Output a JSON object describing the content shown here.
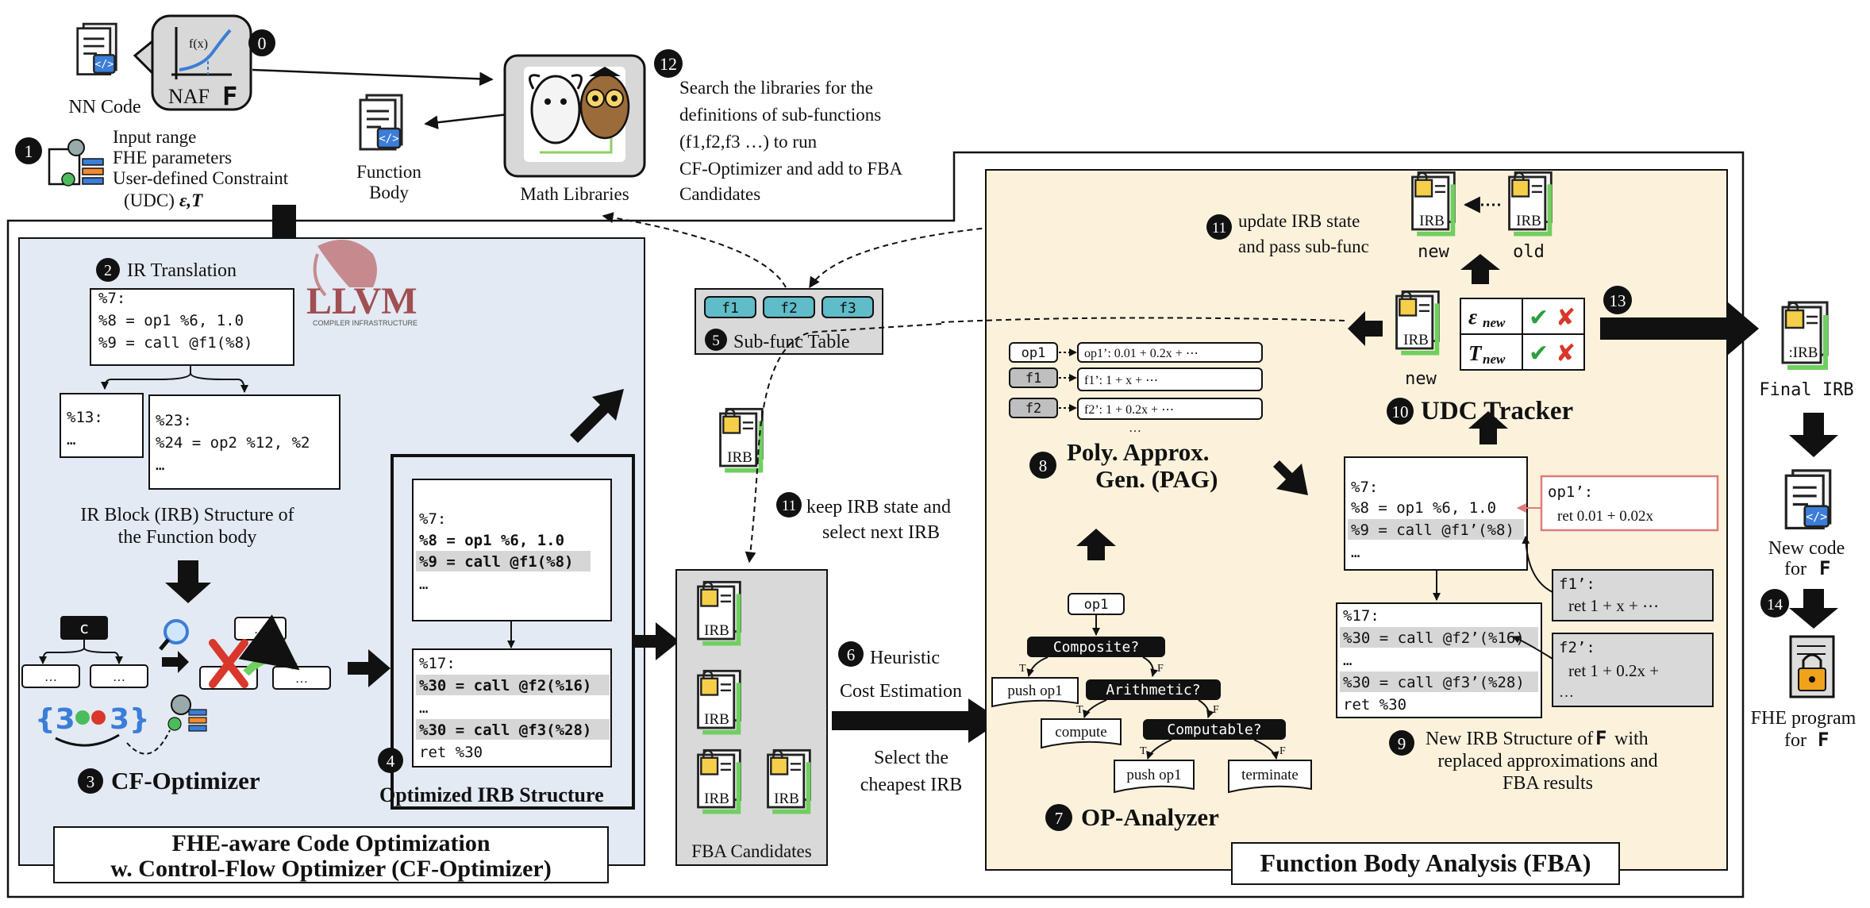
{
  "top": {
    "nn_code": "NN Code",
    "naf_label": "NAF",
    "naf_letter": "F",
    "fx_label": "f(x)",
    "step0": "0",
    "step1": "1",
    "inputs": [
      "Input range",
      "FHE parameters",
      "User-defined Constraint",
      "(UDC)"
    ],
    "udc_symbols": "ε,T",
    "function_body": [
      "Function",
      "Body"
    ],
    "step12": "12",
    "math_libraries": "Math Libraries",
    "search_text": [
      "Search the libraries for the",
      "definitions of sub-functions",
      "(f1,f2,f3 …) to run",
      "CF-Optimizer and add to FBA",
      "Candidates"
    ]
  },
  "cf": {
    "step2": "2",
    "ir_translation": "IR Translation",
    "ir_code": [
      "%7:",
      "%8 = op1 %6, 1.0",
      "%9 = call @f1(%8)"
    ],
    "llvm": "LLVM",
    "llvm_sub": "COMPILER INFRASTRUCTURE",
    "block13": [
      "%13:",
      "…"
    ],
    "block23": [
      "%23:",
      "%24 = op2 %12, %2",
      "…"
    ],
    "irb_caption": [
      "IR Block (IRB) Structure of",
      "the Function body"
    ],
    "c_label": "c",
    "dots": "…",
    "step3": "3",
    "cf_optimizer": "CF-Optimizer",
    "title_lines": [
      "FHE-aware Code Optimization",
      "w. Control-Flow Optimizer (CF-Optimizer)"
    ],
    "opt_block1": [
      "%7:",
      "%8 = op1 %6, 1.0",
      "%9 = call @f1(%8)",
      "…"
    ],
    "opt_block2": [
      "%17:",
      "%30 = call @f2(%16)",
      "…",
      "%30 = call @f3(%28)",
      "ret %30"
    ],
    "step4": "4",
    "optimized_irb": "Optimized IRB Structure"
  },
  "middle": {
    "subfuncs": [
      "f1",
      "f2",
      "f3"
    ],
    "step5": "5",
    "subfunc_table": "Sub-func Table",
    "irb": "IRB",
    "step11b": "11",
    "keep_text": [
      "keep IRB state and",
      "select next IRB"
    ],
    "fba_candidates": "FBA Candidates",
    "step6": "6",
    "heuristic": [
      "Heuristic",
      "Cost Estimation"
    ],
    "select_cheapest": [
      "Select the",
      "cheapest IRB"
    ]
  },
  "fba": {
    "step11a": "11",
    "update_text": [
      "update IRB state",
      "and pass sub-func"
    ],
    "new": "new",
    "old": "old",
    "eps_new": "ε",
    "t_new": "T",
    "new_sub": "new",
    "check": "✔",
    "cross": "✘",
    "step10": "10",
    "udc_tracker": "UDC Tracker",
    "step13": "13",
    "pag_ops": [
      "op1",
      "f1",
      "f2"
    ],
    "pag_approx": [
      "op1’: 0.01 + 0.2x + ⋯",
      "f1’: 1 + x + ⋯",
      "f2’: 1 + 0.2x + ⋯"
    ],
    "step8": "8",
    "pag_title": [
      "Poly. Approx.",
      "Gen. (PAG)"
    ],
    "op_start": "op1",
    "composite": "Composite?",
    "arithmetic": "Arithmetic?",
    "computable": "Computable?",
    "push_op1": "push op1",
    "compute": "compute",
    "terminate": "terminate",
    "t": "T",
    "f": "F",
    "step7": "7",
    "op_analyzer": "OP-Analyzer",
    "new_block1": [
      "%7:",
      "%8 = op1 %6, 1.0",
      "%9 = call @f1’(%8)",
      "…"
    ],
    "new_block2": [
      "%17:",
      "%30 = call @f2’(%16)",
      "…",
      "%30 = call @f3’(%28)",
      "ret %30"
    ],
    "op1_approx": [
      "op1’:",
      "ret 0.01 + 0.02x"
    ],
    "f1_approx": [
      "f1’:",
      "ret 1 + x + ⋯"
    ],
    "f2_approx": [
      "f2’:",
      "ret 1 + 0.2x +",
      "…"
    ],
    "step9": "9",
    "new_irb_caption": [
      "New IRB Structure of",
      "with",
      "replaced approximations and",
      "FBA results"
    ],
    "f_letter": "F",
    "title": "Function Body Analysis (FBA)"
  },
  "right": {
    "irb": ":IRB",
    "final_irb": "Final IRB",
    "new_code": [
      "New code",
      "for"
    ],
    "step14": "14",
    "fhe_program": [
      "FHE program",
      "for"
    ],
    "f_letter": "F"
  },
  "colors": {
    "cf_bg": "#e3eaf4",
    "fba_bg": "#fcf2dc",
    "gray_panel": "#d9d9d9",
    "subfunc_teal": "#5fbcc8",
    "check_green": "#2e9e3e",
    "cross_red": "#d9372b",
    "highlight_gray": "#d6d6d6",
    "approx_red_border": "#e07a7a"
  }
}
